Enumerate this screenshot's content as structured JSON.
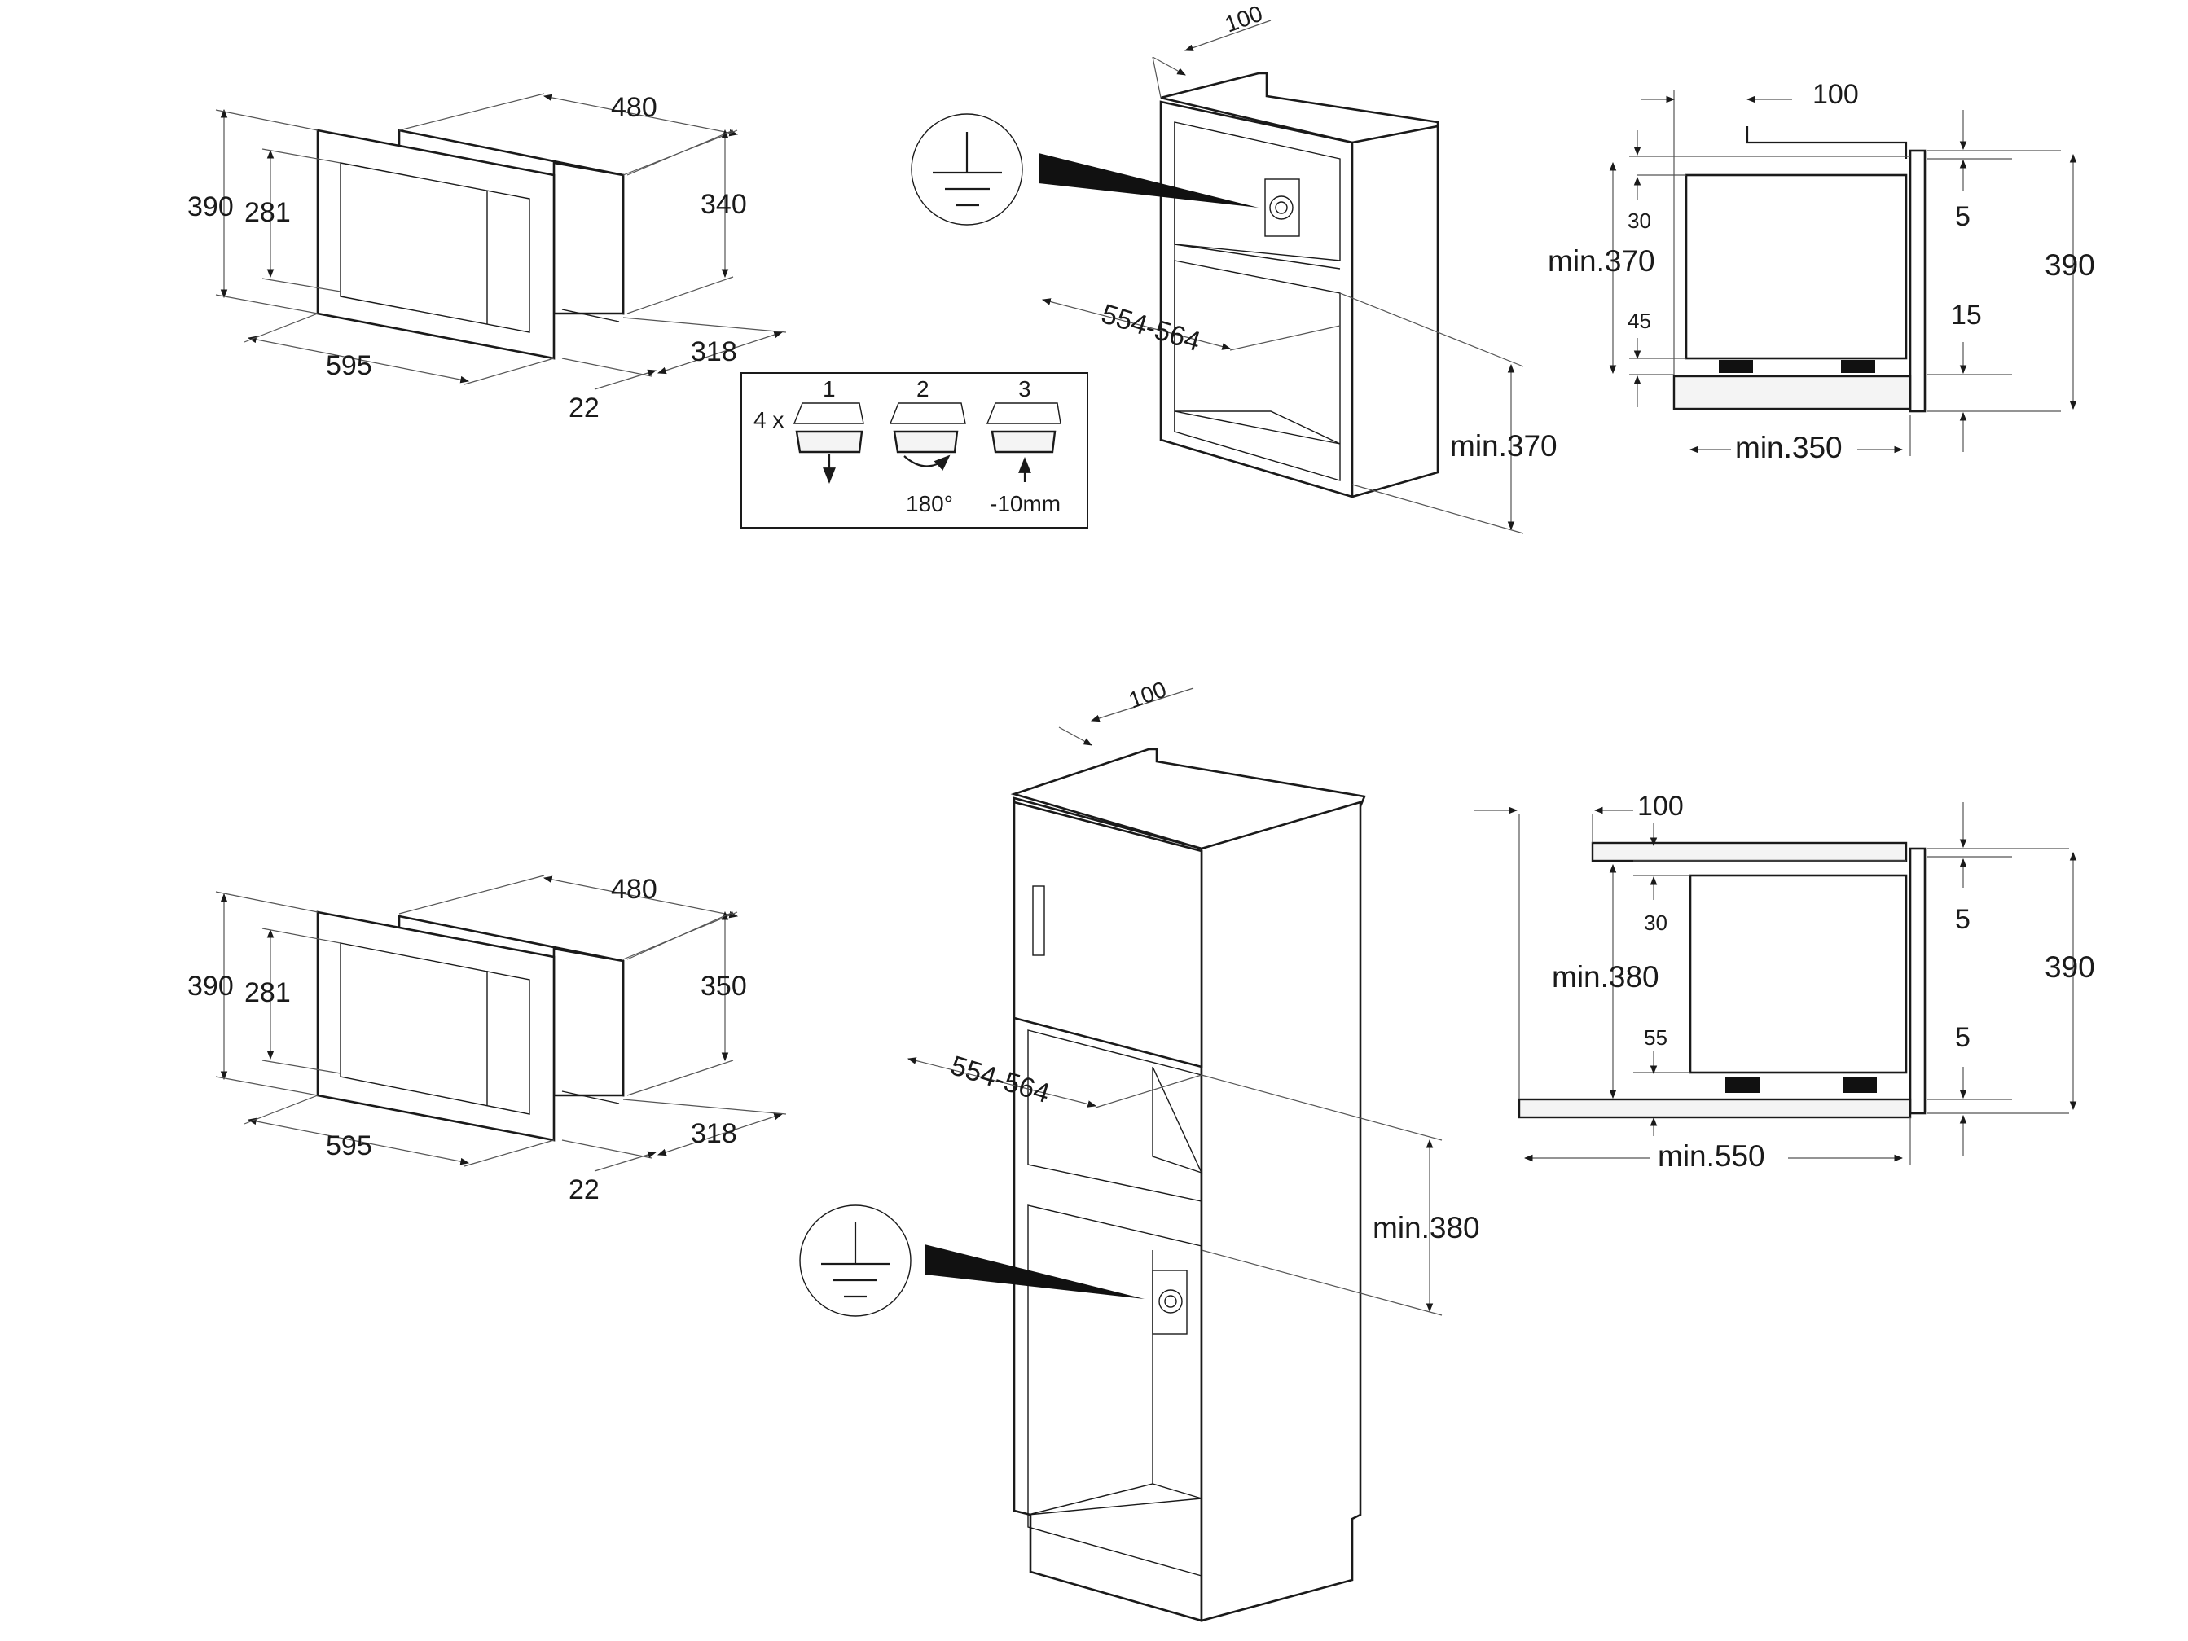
{
  "top_unit": {
    "width": "595",
    "depth": "480",
    "height_total": "390",
    "height_door": "281",
    "height_body": "340",
    "depth_body": "318",
    "door_depth": "22"
  },
  "top_cabinet": {
    "top_gap": "100",
    "niche_width": "554-564",
    "niche_height": "min.370"
  },
  "top_side": {
    "gap_back": "100",
    "gap_top": "30",
    "niche_h": "min.370",
    "gap_bottom": "45",
    "frame_top": "5",
    "frame_bottom": "15",
    "total_h": "390",
    "depth": "min.350"
  },
  "feet_box": {
    "count": "4 x",
    "step1": "1",
    "step2": "2",
    "step3": "3",
    "rotate": "180°",
    "lower": "-10mm"
  },
  "bottom_unit": {
    "width": "595",
    "depth": "480",
    "height_total": "390",
    "height_door": "281",
    "height_body": "350",
    "depth_body": "318",
    "door_depth": "22"
  },
  "bottom_cabinet": {
    "top_gap": "100",
    "niche_width": "554-564",
    "niche_height": "min.380"
  },
  "bottom_side": {
    "gap_back": "100",
    "gap_top": "30",
    "niche_h": "min.380",
    "gap_bottom": "55",
    "frame_top": "5",
    "frame_bottom": "5",
    "total_h": "390",
    "depth": "min.550"
  }
}
